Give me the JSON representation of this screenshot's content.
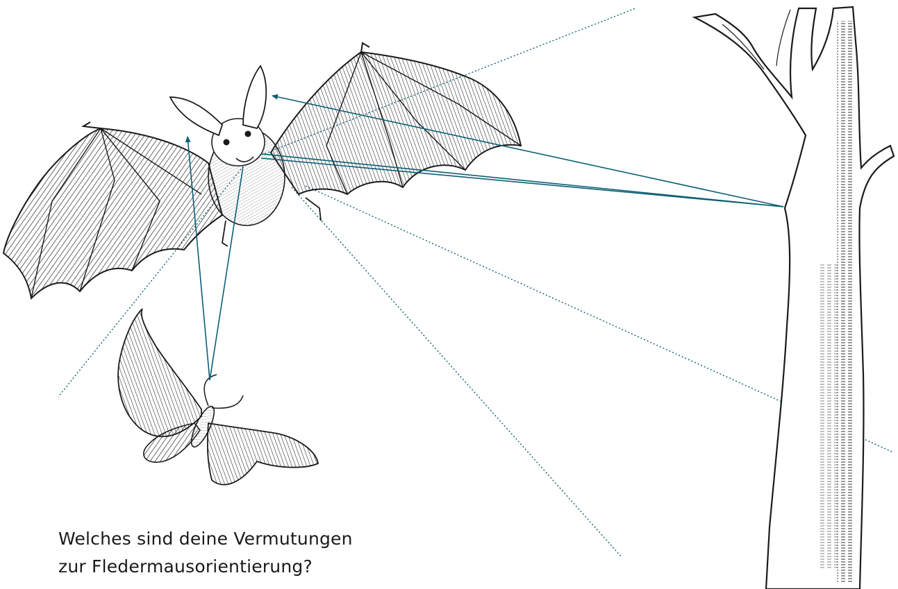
{
  "question": {
    "line1": "Welches sind deine Vermutungen",
    "line2": "zur Fledermausorientierung?"
  },
  "colors": {
    "signal": "#0b5e73",
    "ink": "#1a1a1a",
    "background": "#ffffff"
  },
  "illustration": {
    "subjects": [
      "bat",
      "moth",
      "tree"
    ],
    "echo_lines": "solid arrows from moth and tree back to bat ears",
    "emitted_calls": "dotted lines radiating from bat mouth"
  }
}
